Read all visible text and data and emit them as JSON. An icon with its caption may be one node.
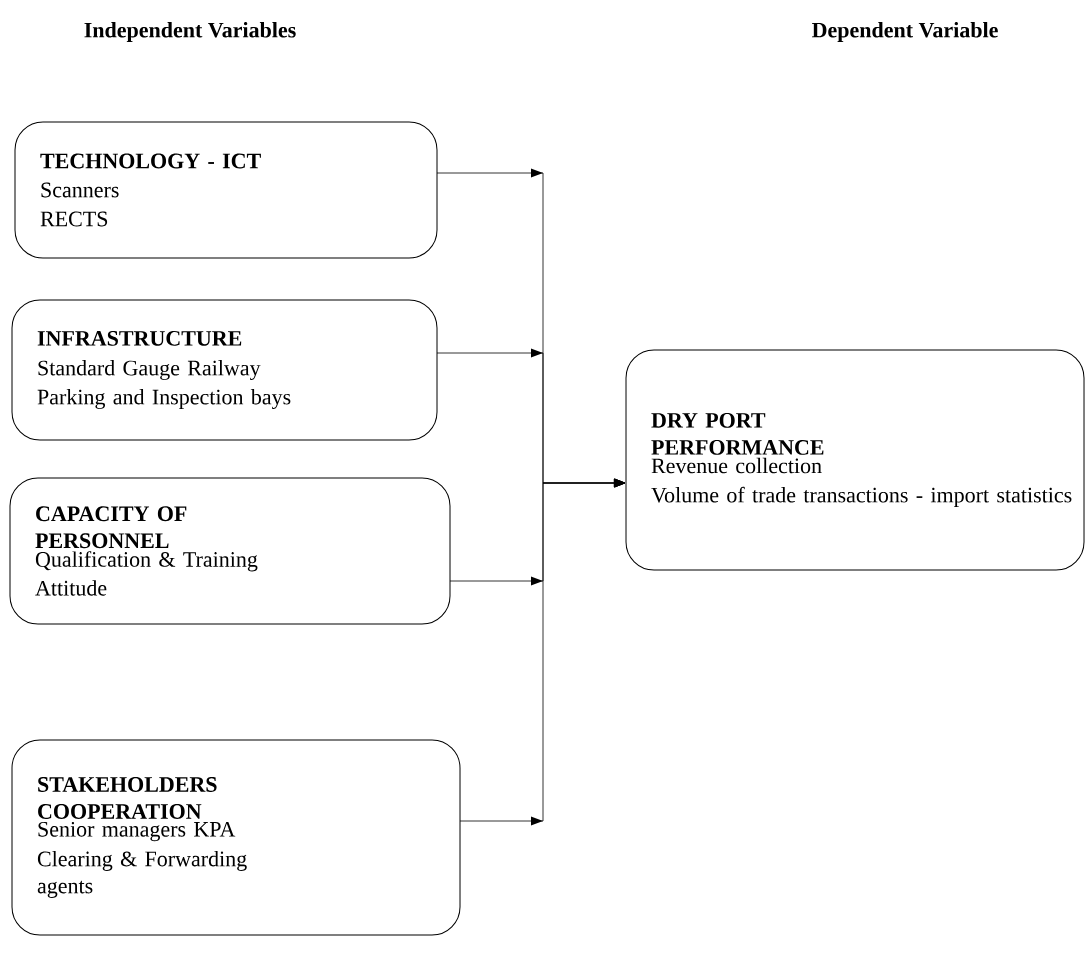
{
  "diagram": {
    "nodes": [
      {
        "text": [
          "TECHNOLOGY - ICT",
          "Scanners",
          "RECTS"
        ]
      },
      {
        "text": [
          "INFRASTRUCTURE",
          "Standard Gauge Railway",
          "Parking and Inspection bays"
        ]
      },
      {
        "text": [
          "CAPACITY OF PERSONNEL",
          "Qualification & Training",
          "Attitude"
        ]
      },
      {
        "text": [
          "STAKEHOLDERS COOPERATION",
          "Senior managers KPA",
          "Clearing & Forwarding agents"
        ]
      },
      {
        "text": [
          "DRY PORT PERFORMANCE",
          "Revenue collection",
          "Volume of trade transactions - import statistics"
        ]
      }
    ],
    "edges": [
      {
        "from": 0,
        "to": 4,
        "arrow": "to"
      },
      {
        "from": 1,
        "to": 4,
        "arrow": "to"
      },
      {
        "from": 2,
        "to": 4,
        "arrow": "to"
      },
      {
        "from": 3,
        "to": 4,
        "arrow": "to"
      }
    ],
    "labels": [
      "Independent Variables",
      "Dependent Variable"
    ]
  }
}
